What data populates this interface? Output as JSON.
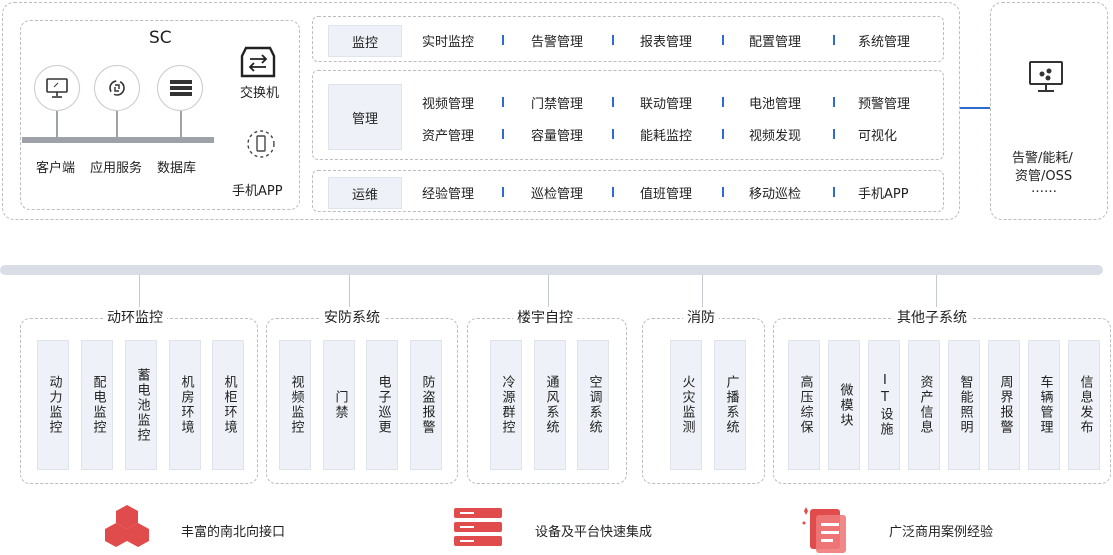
{
  "sc": {
    "title": "SC",
    "nodes": [
      "客户端",
      "应用服务",
      "数据库"
    ],
    "switch_label": "交换机",
    "mobile_label": "手机APP"
  },
  "rows": [
    {
      "label": "监控",
      "items": [
        "实时监控",
        "告警管理",
        "报表管理",
        "配置管理",
        "系统管理"
      ]
    },
    {
      "label": "管理",
      "items": [
        "视频管理",
        "门禁管理",
        "联动管理",
        "电池管理",
        "预警管理",
        "资产管理",
        "容量管理",
        "能耗监控",
        "视频发现",
        "可视化"
      ]
    },
    {
      "label": "运维",
      "items": [
        "经验管理",
        "巡检管理",
        "值班管理",
        "移动巡检",
        "手机APP"
      ]
    }
  ],
  "external": {
    "line1": "告警/能耗/",
    "line2": "资管/OSS",
    "line3": "……"
  },
  "groups": [
    {
      "title": "动环监控",
      "items": [
        "动力监控",
        "配电监控",
        "蓄电池监控",
        "机房环境",
        "机柜环境"
      ]
    },
    {
      "title": "安防系统",
      "items": [
        "视频监控",
        "门禁",
        "电子巡更",
        "防盗报警"
      ]
    },
    {
      "title": "楼宇自控",
      "items": [
        "冷源群控",
        "通风系统",
        "空调系统"
      ]
    },
    {
      "title": "消防",
      "items": [
        "火灾监测",
        "广播系统"
      ]
    },
    {
      "title": "其他子系统",
      "items": [
        "高压综保",
        "微模块",
        "IT设施",
        "资产信息",
        "智能照明",
        "周界报警",
        "车辆管理",
        "信息发布"
      ]
    }
  ],
  "features": [
    "丰富的南北向接口",
    "设备及平台快速集成",
    "广泛商用案例经验"
  ],
  "colors": {
    "accent": "#2f6ad0",
    "feature_red": "#e04b4b",
    "cell_bg": "#eef1f7",
    "bus": "#d9dde5"
  }
}
